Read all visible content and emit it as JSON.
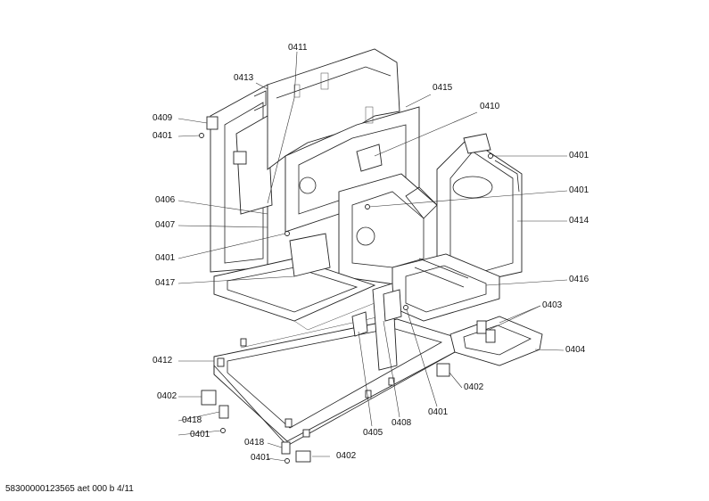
{
  "labels": {
    "l0411": "0411",
    "l0413": "0413",
    "l0415": "0415",
    "l0410": "0410",
    "l0409": "0409",
    "l0401a": "0401",
    "l0401b": "0401",
    "l0401c": "0401",
    "l0401d": "0401",
    "l0401e": "0401",
    "l0401f": "0401",
    "l0401g": "0401",
    "l0406": "0406",
    "l0407": "0407",
    "l0414": "0414",
    "l0417": "0417",
    "l0416": "0416",
    "l0403": "0403",
    "l0404": "0404",
    "l0412": "0412",
    "l0402a": "0402",
    "l0402b": "0402",
    "l0402c": "0402",
    "l0418a": "0418",
    "l0418b": "0418",
    "l0405": "0405",
    "l0408": "0408"
  },
  "footer": "58300000123565 aet 000 b 4/11"
}
